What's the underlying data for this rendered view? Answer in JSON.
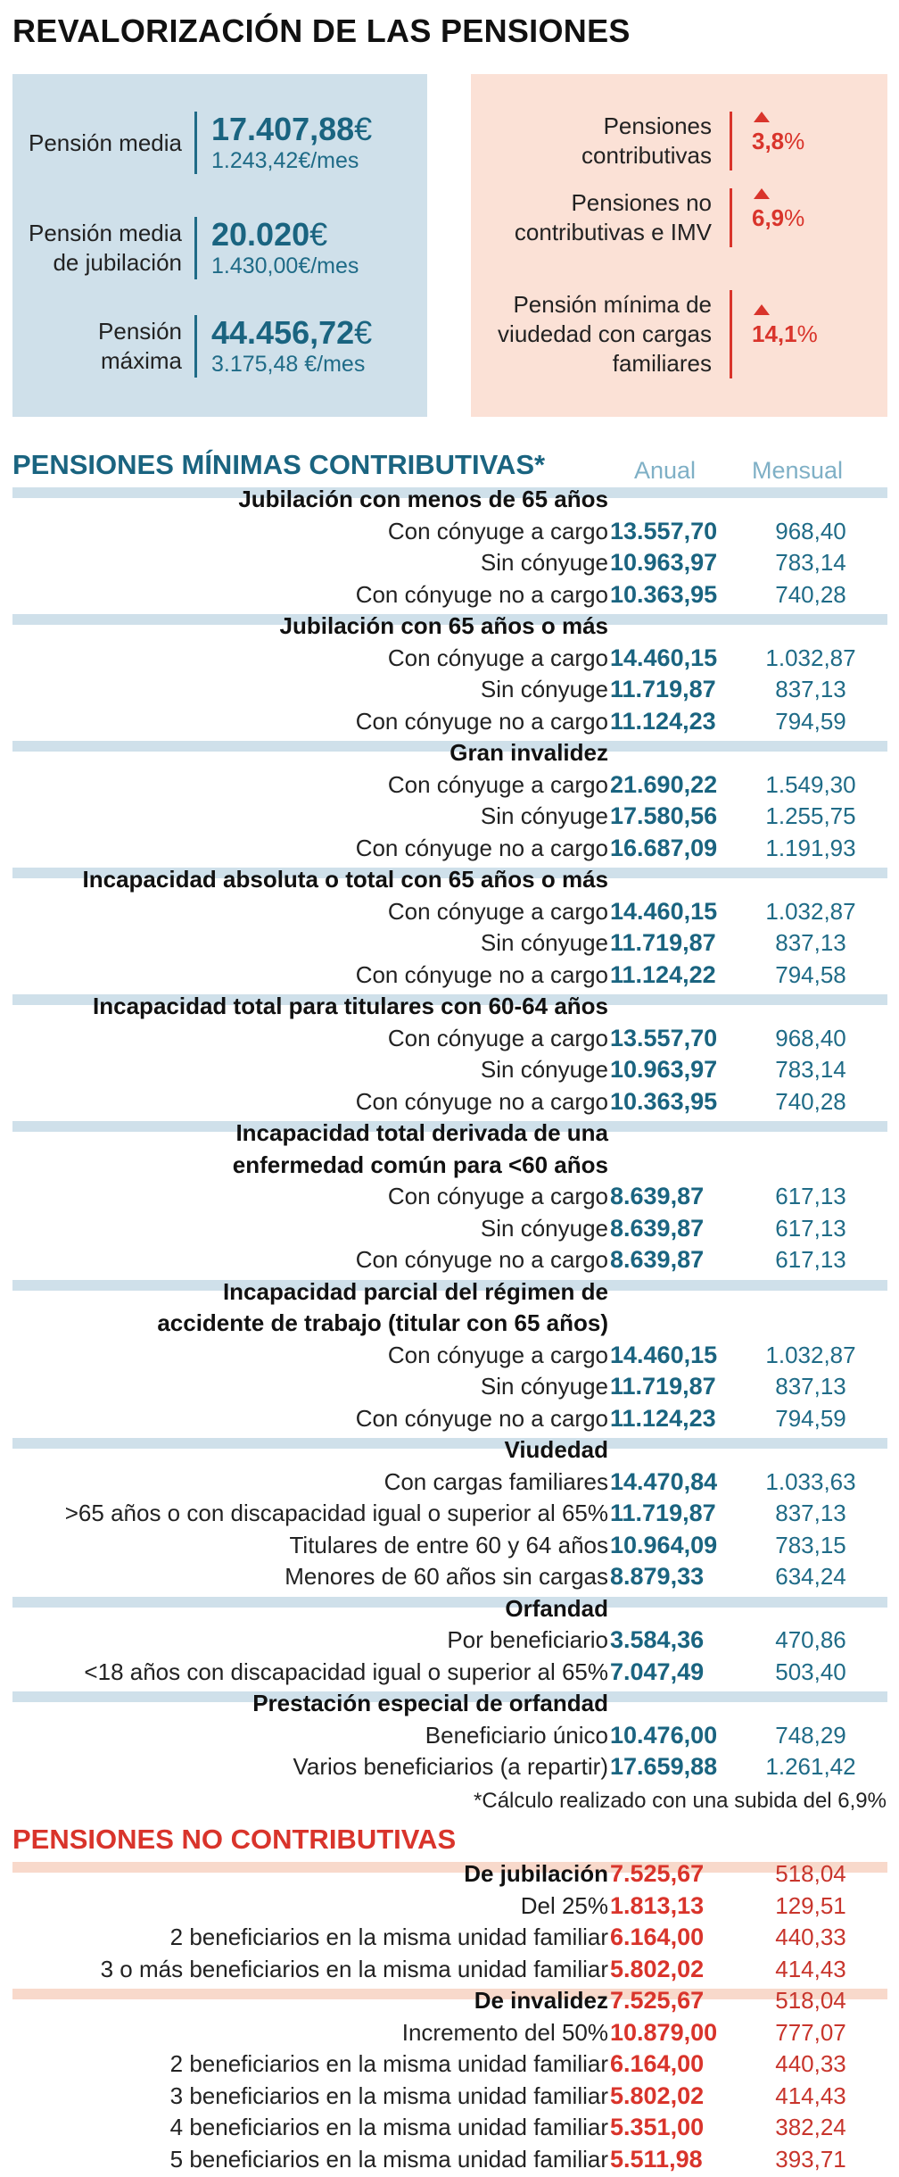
{
  "title": "REVALORIZACIÓN DE LAS PENSIONES",
  "summary_blue": [
    {
      "label": "Pensión media",
      "annual": "17.407,88",
      "monthly": "1.243,42€/mes"
    },
    {
      "label": "Pensión media de jubilación",
      "annual": "20.020",
      "monthly": "1.430,00€/mes"
    },
    {
      "label": "Pensión máxima",
      "annual": "44.456,72",
      "monthly": "3.175,48 €/mes"
    }
  ],
  "currency": "€",
  "summary_pink": [
    {
      "label": "Pensiones contributivas",
      "value": "3,8",
      "unit": "%"
    },
    {
      "label": "Pensiones no contributivas e IMV",
      "value": "6,9",
      "unit": "%"
    },
    {
      "label": "Pensión mínima de viudedad con cargas familiares",
      "value": "14,1",
      "unit": "%"
    }
  ],
  "contrib": {
    "title": "PENSIONES MÍNIMAS CONTRIBUTIVAS*",
    "col_annual": "Anual",
    "col_monthly": "Mensual",
    "groups": [
      {
        "name": "Jubilación con menos de 65 años",
        "rows": [
          {
            "label": "Con cónyuge a cargo",
            "annual": "13.557,70",
            "monthly": "968,40"
          },
          {
            "label": "Sin cónyuge",
            "annual": "10.963,97",
            "monthly": "783,14"
          },
          {
            "label": "Con cónyuge no a cargo",
            "annual": "10.363,95",
            "monthly": "740,28"
          }
        ]
      },
      {
        "name": "Jubilación con 65 años o más",
        "rows": [
          {
            "label": "Con cónyuge a cargo",
            "annual": "14.460,15",
            "monthly": "1.032,87"
          },
          {
            "label": "Sin cónyuge",
            "annual": "11.719,87",
            "monthly": "837,13"
          },
          {
            "label": "Con cónyuge no a cargo",
            "annual": "11.124,23",
            "monthly": "794,59"
          }
        ]
      },
      {
        "name": "Gran invalidez",
        "rows": [
          {
            "label": "Con cónyuge a cargo",
            "annual": "21.690,22",
            "monthly": "1.549,30"
          },
          {
            "label": "Sin cónyuge",
            "annual": "17.580,56",
            "monthly": "1.255,75"
          },
          {
            "label": "Con cónyuge no a cargo",
            "annual": "16.687,09",
            "monthly": "1.191,93"
          }
        ]
      },
      {
        "name": "Incapacidad absoluta o total con 65 años o más",
        "rows": [
          {
            "label": "Con cónyuge a cargo",
            "annual": "14.460,15",
            "monthly": "1.032,87"
          },
          {
            "label": "Sin cónyuge",
            "annual": "11.719,87",
            "monthly": "837,13"
          },
          {
            "label": "Con cónyuge no a cargo",
            "annual": "11.124,22",
            "monthly": "794,58"
          }
        ]
      },
      {
        "name": "Incapacidad total para titulares con 60-64 años",
        "rows": [
          {
            "label": "Con cónyuge a cargo",
            "annual": "13.557,70",
            "monthly": "968,40"
          },
          {
            "label": "Sin cónyuge",
            "annual": "10.963,97",
            "monthly": "783,14"
          },
          {
            "label": "Con cónyuge no a cargo",
            "annual": "10.363,95",
            "monthly": "740,28"
          }
        ]
      },
      {
        "name": "Incapacidad total derivada de una",
        "name2": "enfermedad común para <60 años",
        "rows": [
          {
            "label": "Con cónyuge a cargo",
            "annual": "8.639,87",
            "monthly": "617,13"
          },
          {
            "label": "Sin cónyuge",
            "annual": "8.639,87",
            "monthly": "617,13"
          },
          {
            "label": "Con cónyuge no a cargo",
            "annual": "8.639,87",
            "monthly": "617,13"
          }
        ]
      },
      {
        "name": "Incapacidad parcial del régimen de",
        "name2": "accidente de trabajo (titular con 65 años)",
        "rows": [
          {
            "label": "Con cónyuge a cargo",
            "annual": "14.460,15",
            "monthly": "1.032,87"
          },
          {
            "label": "Sin cónyuge",
            "annual": "11.719,87",
            "monthly": "837,13"
          },
          {
            "label": "Con cónyuge no a cargo",
            "annual": "11.124,23",
            "monthly": "794,59"
          }
        ]
      },
      {
        "name": "Viudedad",
        "rows": [
          {
            "label": "Con cargas familiares",
            "annual": "14.470,84",
            "monthly": "1.033,63"
          },
          {
            "label": ">65 años o con discapacidad igual o superior al 65%",
            "annual": "11.719,87",
            "monthly": "837,13"
          },
          {
            "label": "Titulares de entre 60 y 64 años",
            "annual": "10.964,09",
            "monthly": "783,15"
          },
          {
            "label": "Menores de 60 años sin cargas",
            "annual": "8.879,33",
            "monthly": "634,24"
          }
        ]
      },
      {
        "name": "Orfandad",
        "rows": [
          {
            "label": "Por beneficiario",
            "annual": "3.584,36",
            "monthly": "470,86"
          },
          {
            "label": "<18 años con discapacidad igual o superior al 65%",
            "annual": "7.047,49",
            "monthly": "503,40"
          }
        ]
      },
      {
        "name": "Prestación especial de orfandad",
        "rows": [
          {
            "label": "Beneficiario único",
            "annual": "10.476,00",
            "monthly": "748,29"
          },
          {
            "label": "Varios beneficiarios (a repartir)",
            "annual": "17.659,88",
            "monthly": "1.261,42"
          }
        ]
      }
    ],
    "note": "*Cálculo realizado con una subida del 6,9%"
  },
  "noncontrib": {
    "title": "PENSIONES NO CONTRIBUTIVAS",
    "groups": [
      {
        "name": "De jubilación",
        "annual": "7.525,67",
        "monthly": "518,04",
        "rows": [
          {
            "label": "Del 25%",
            "annual": "1.813,13",
            "monthly": "129,51"
          },
          {
            "label": "2 beneficiarios en la misma unidad familiar",
            "annual": "6.164,00",
            "monthly": "440,33"
          },
          {
            "label": "3 o más beneficiarios en la misma unidad familiar",
            "annual": "5.802,02",
            "monthly": "414,43"
          }
        ]
      },
      {
        "name": "De invalidez",
        "annual": "7.525,67",
        "monthly": "518,04",
        "rows": [
          {
            "label": "Incremento del 50%",
            "annual": "10.879,00",
            "monthly": "777,07"
          },
          {
            "label": "2 beneficiarios en la misma unidad familiar",
            "annual": "6.164,00",
            "monthly": "440,33"
          },
          {
            "label": "3 beneficiarios en la misma unidad familiar",
            "annual": "5.802,02",
            "monthly": "414,43"
          },
          {
            "label": "4 beneficiarios en la misma unidad familiar",
            "annual": "5.351,00",
            "monthly": "382,24"
          },
          {
            "label": "5 beneficiarios en la misma unidad familiar",
            "annual": "5.511,98",
            "monthly": "393,71"
          }
        ]
      }
    ]
  },
  "colors": {
    "blue": "#1a6480",
    "red": "#d9342b",
    "blue_bg": "#cfe0ea",
    "pink_bg": "#fbe1d6"
  }
}
